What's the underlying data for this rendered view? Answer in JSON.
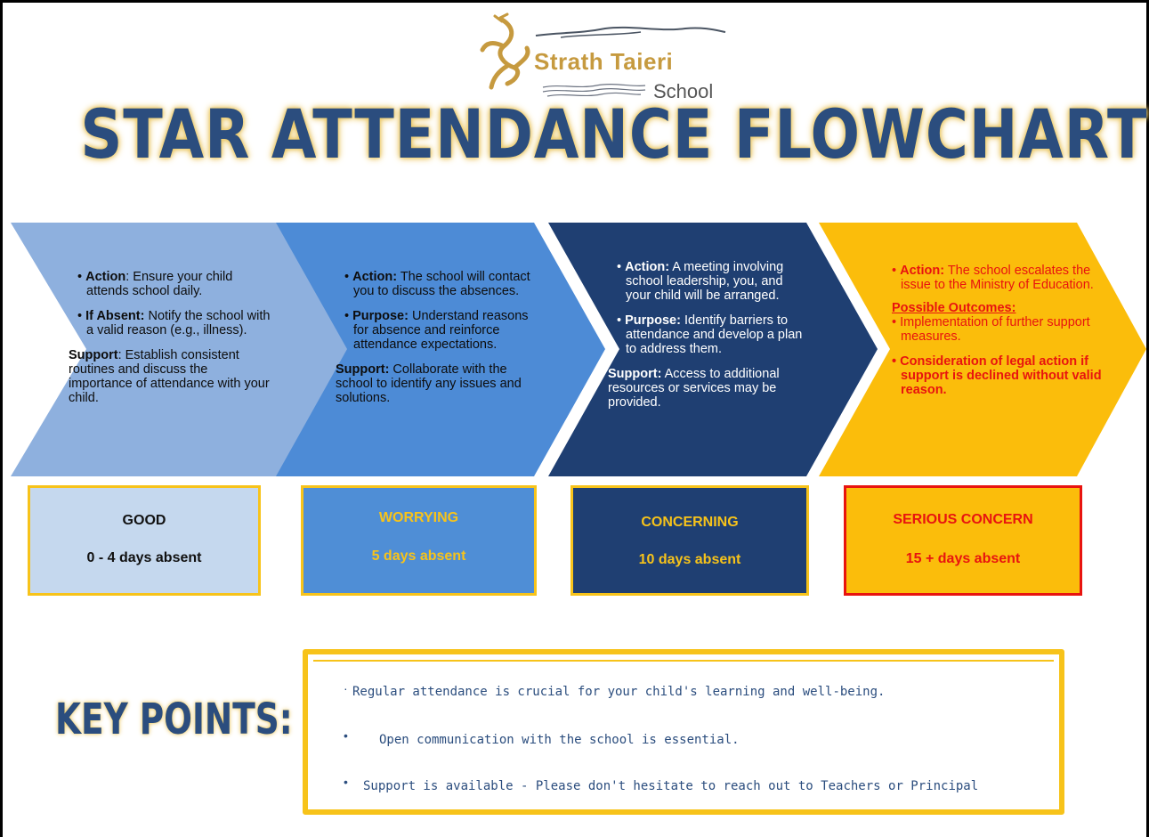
{
  "logo": {
    "name": "Strath Taieri",
    "sub": "School",
    "icon": "lizard-icon"
  },
  "title": "STAR ATTENDANCE FLOWCHART",
  "stages": [
    {
      "color": "#8eb0de",
      "action_label": "Action",
      "action_text": ": Ensure your child attends school daily.",
      "absent_label": "If Absent:",
      "absent_text": " Notify the school with a valid reason (e.g., illness).",
      "support_label": "Support",
      "support_text": ": Establish consistent routines and discuss the importance of attendance with your child.",
      "level_title": "GOOD",
      "level_days": "0 - 4 days absent"
    },
    {
      "color": "#4d8bd6",
      "action_label": "Action:",
      "action_text": " The school will contact you to discuss the absences.",
      "purpose_label": "Purpose:",
      "purpose_text": " Understand reasons for absence and reinforce attendance expectations.",
      "support_label": "Support:",
      "support_text": " Collaborate with the school to identify any issues and solutions.",
      "level_title": "WORRYING",
      "level_days": "5 days absent"
    },
    {
      "color": "#1f3f72",
      "action_label": "Action:",
      "action_text": " A meeting involving school leadership, you, and your child will be arranged.",
      "purpose_label": "Purpose:",
      "purpose_text": " Identify barriers to attendance and develop a plan to address them.",
      "support_label": "Support:",
      "support_text": " Access to additional resources or services may be provided.",
      "level_title": "CONCERNING",
      "level_days": "10 days absent"
    },
    {
      "color": "#fbbd0b",
      "action_label": "Action:",
      "action_text": " The school escalates the issue to the Ministry of Education.",
      "outcomes_label": "Possible Outcomes:",
      "outcome1": "Implementation of further support measures.",
      "outcome2": "Consideration of legal action if support is declined without valid reason.",
      "level_title": "SERIOUS CONCERN",
      "level_days": "15 + days absent"
    }
  ],
  "key_points": {
    "title": "KEY POINTS:",
    "items": [
      "Regular attendance is crucial for your child's learning and well-being.",
      "Open communication with the school is essential.",
      "Support is available - Please don't hesitate to reach out to Teachers or Principal"
    ]
  }
}
